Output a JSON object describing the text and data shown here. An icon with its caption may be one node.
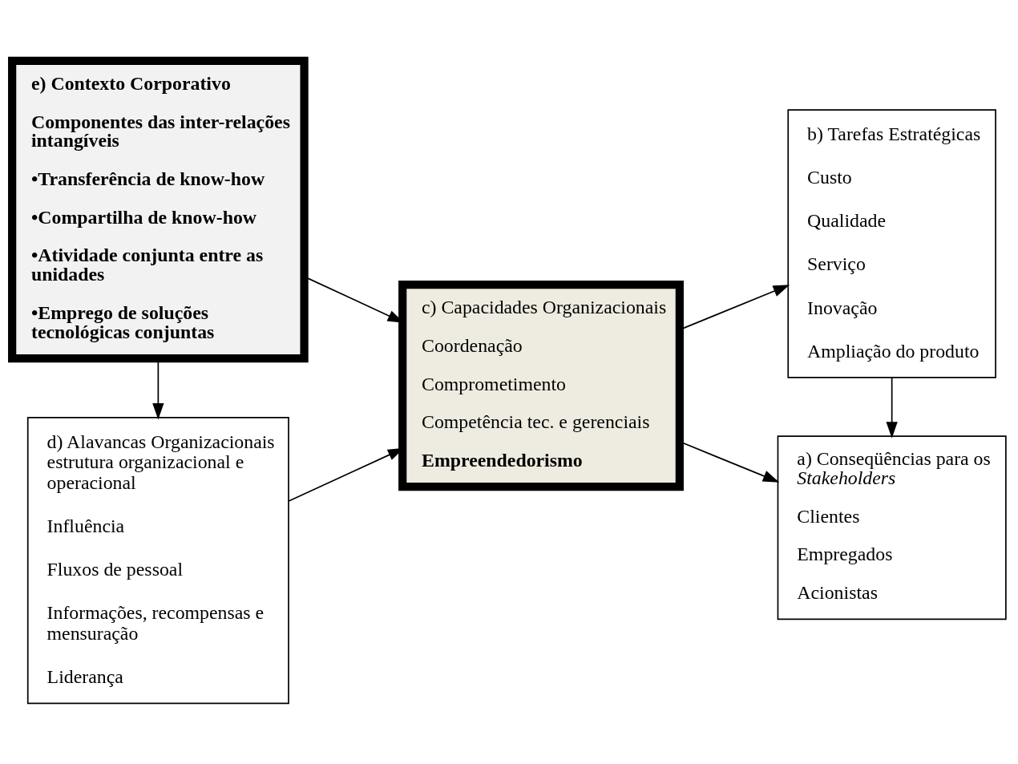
{
  "diagram": {
    "nodes": [
      {
        "text": [
          "**e) Contexto Corporativo**",
          "**Componentes das inter-relações intangíveis**",
          "**•Transferência de know-how**",
          "**•Compartilha de know-how**",
          "**•Atividade conjunta entre as unidades**",
          "**•Emprego de soluções tecnológicas conjuntas**"
        ]
      },
      {
        "text": [
          "c) Capacidades Organizacionais",
          "Coordenação",
          "Comprometimento",
          "Competência tec. e gerenciais",
          "**Empreendedorismo**"
        ]
      },
      {
        "text": [
          "a) Conseqüências para os *Stakeholders*",
          "Clientes",
          "Empregados",
          "Acionistas"
        ]
      },
      {
        "text": [
          "d) Alavancas Organizacionais estrutura organizacional e operacional",
          "Influência",
          "Fluxos de pessoal",
          "Informações, recompensas e mensuração",
          "Liderança"
        ]
      },
      {
        "text": [
          "b) Tarefas Estratégicas",
          "Custo",
          "Qualidade",
          "Serviço",
          "Inovação",
          "Ampliação do produto"
        ]
      }
    ],
    "edges": [
      {
        "from": 0,
        "to": 1,
        "arrow": "to"
      },
      {
        "from": 0,
        "to": 3,
        "arrow": "to"
      },
      {
        "from": 3,
        "to": 1,
        "arrow": "to"
      },
      {
        "from": 1,
        "to": 2,
        "arrow": "to"
      },
      {
        "from": 1,
        "to": 4,
        "arrow": "to"
      },
      {
        "from": 4,
        "to": 2,
        "arrow": "to"
      }
    ]
  }
}
